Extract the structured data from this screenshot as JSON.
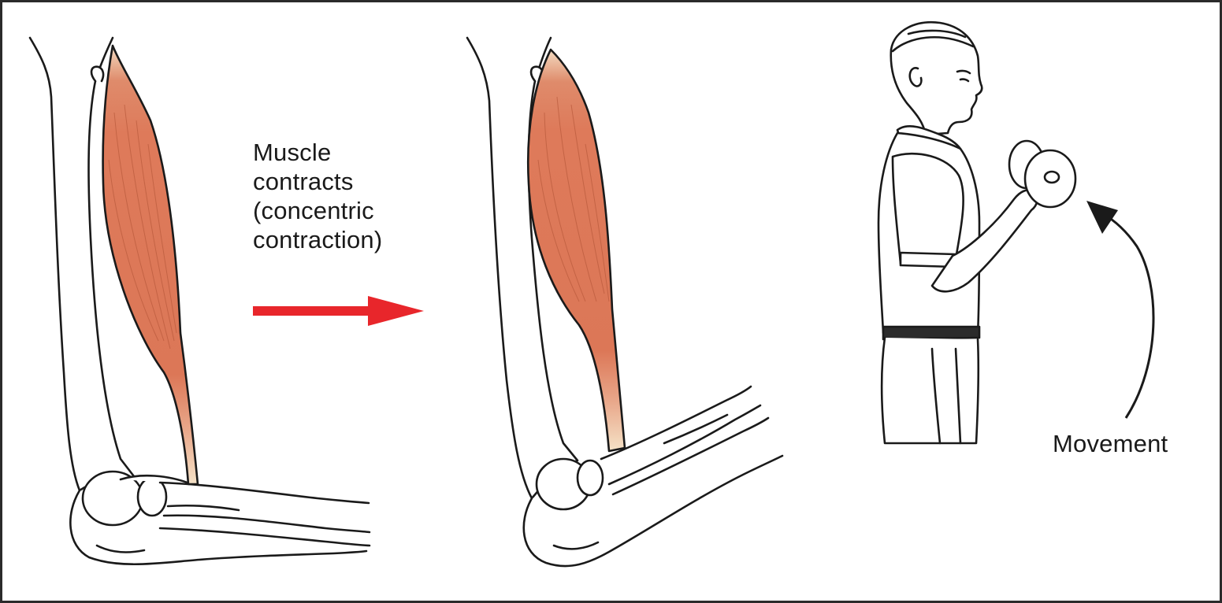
{
  "caption": {
    "line1": "Muscle",
    "line2": "contracts",
    "line3": "(concentric",
    "line4": "contraction)"
  },
  "movement_label": "Movement",
  "colors": {
    "muscle_fill": "#de7a5a",
    "muscle_fiber": "#b95a3c",
    "tendon": "#f5e2c7",
    "arrow_red": "#e8262b",
    "outline": "#1a1a1a",
    "border": "#2b2b2b"
  },
  "icons": {
    "transition_arrow": "right-arrow-icon",
    "movement_arrow": "curved-arrow-icon"
  }
}
